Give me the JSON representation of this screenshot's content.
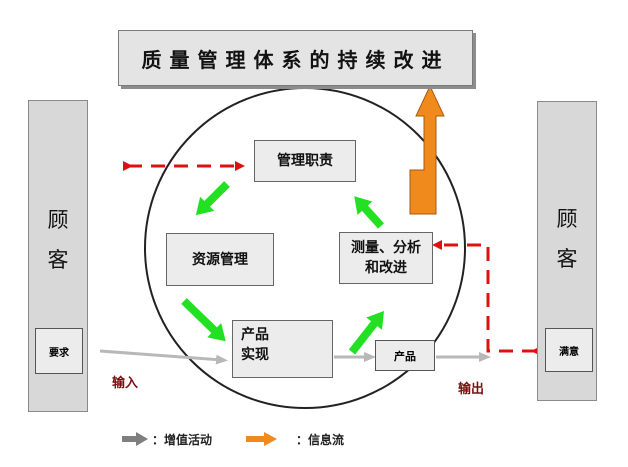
{
  "title": "质量管理体系的持续改进",
  "customer_left": {
    "chars": [
      "顾",
      "客"
    ],
    "requirement": "要求"
  },
  "customer_right": {
    "chars": [
      "顾",
      "客"
    ],
    "satisfaction": "满意"
  },
  "processes": {
    "management": "管理职责",
    "resource": "资源管理",
    "measurement_line1": "测量、分析",
    "measurement_line2": "和改进",
    "realization_line1": "产品",
    "realization_line2": "实现"
  },
  "product": "产品",
  "input_label": "输入",
  "output_label": "输出",
  "legend": [
    {
      "label": "：增值活动",
      "color": "#7f7f7f"
    },
    {
      "label": "：信息流",
      "color": "#f08a1c"
    }
  ],
  "colors": {
    "value_add_arrow": "#22e022",
    "info_flow": "#e01010",
    "improvement_arrow": "#f08a1c"
  }
}
